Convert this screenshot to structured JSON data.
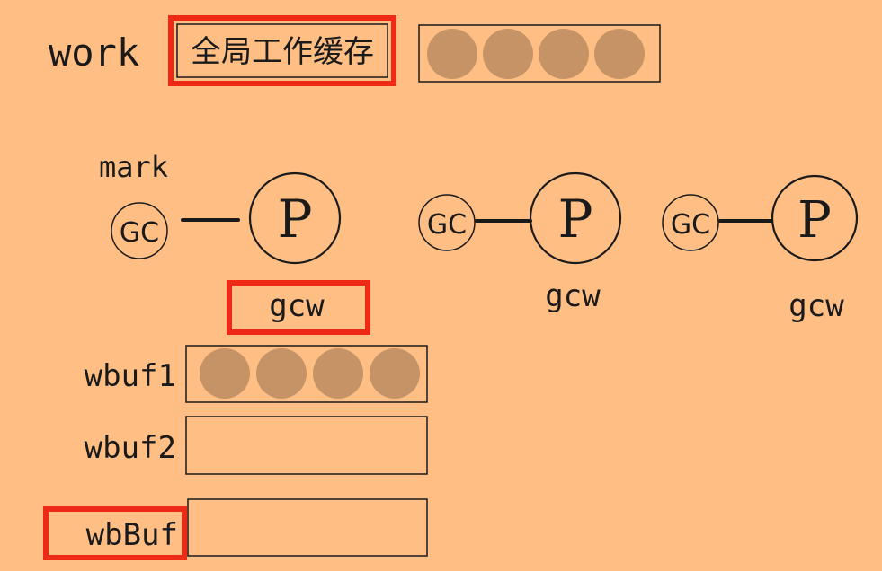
{
  "colors": {
    "background": "#FFBE84",
    "highlight": "#EE2A17",
    "work_item": "#C59366",
    "line": "#1a1a1a"
  },
  "work": {
    "label": "work",
    "cache_label": "全局工作缓存",
    "item_count": 4
  },
  "mark_label": "mark",
  "processors": [
    {
      "gc_label": "GC",
      "p_label": "P",
      "gcw_label": "gcw",
      "highlighted": true
    },
    {
      "gc_label": "GC",
      "p_label": "P",
      "gcw_label": "gcw",
      "highlighted": false
    },
    {
      "gc_label": "GC",
      "p_label": "P",
      "gcw_label": "gcw",
      "highlighted": false
    }
  ],
  "buffers": [
    {
      "label": "wbuf1",
      "item_count": 4,
      "highlighted": false
    },
    {
      "label": "wbuf2",
      "item_count": 0,
      "highlighted": false
    },
    {
      "label": "wbBuf",
      "item_count": 0,
      "highlighted": true
    }
  ]
}
